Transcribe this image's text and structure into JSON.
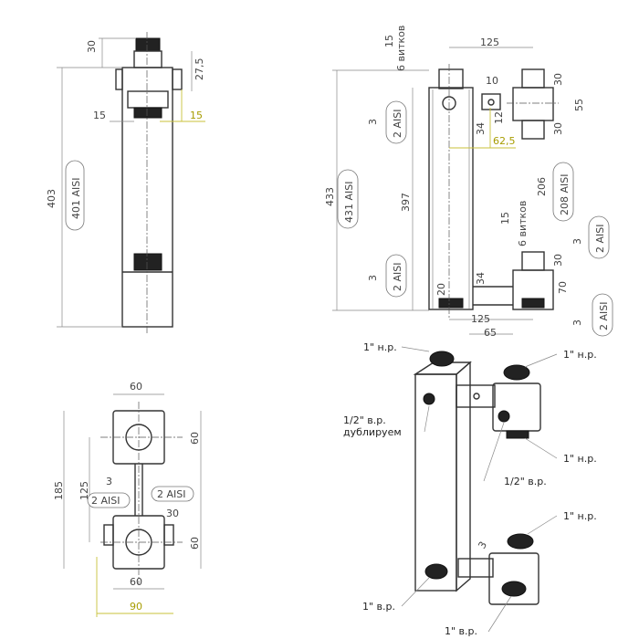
{
  "front_view": {
    "dims": {
      "top_nipple": "30",
      "offset": "27,5",
      "height": "403",
      "side_left": "15",
      "side_right": "15"
    },
    "pill": "401 AISI"
  },
  "top_view": {
    "dims": {
      "width_top": "60",
      "width_bottom": "60",
      "overall_width": "90",
      "overall_height": "185",
      "center_distance": "125",
      "block_top": "60",
      "block_bottom": "60",
      "gap": "3",
      "offset": "30"
    },
    "pills": [
      "2 AISI",
      "2 AISI"
    ]
  },
  "side_view": {
    "dims": {
      "top_125": "125",
      "thread_15_top": "15",
      "coils_top": "6 витков",
      "height_433": "433",
      "inner_397": "397",
      "d10": "10",
      "d12": "12",
      "d34_top": "34",
      "d62_5": "62,5",
      "d30_a": "30",
      "d55": "55",
      "d30_b": "30",
      "d206": "206",
      "thread_15_bot": "15",
      "coils_bot": "6 витков",
      "d3_a": "3",
      "d3_b": "3",
      "d3_c": "3",
      "d3_d": "3",
      "d30_c": "30",
      "d70": "70",
      "d34_bot": "34",
      "d20": "20",
      "bottom_125": "125",
      "d65": "65"
    },
    "pills": {
      "p431": "431 AISI",
      "p2_top": "2 AISI",
      "p2_bot": "2 AISI",
      "p208": "208 AISI",
      "p2_right": "2 AISI",
      "p2_right_bot": "2 AISI"
    }
  },
  "iso_view": {
    "callouts": {
      "c1": "1\" н.р.",
      "c2": "1\" н.р.",
      "c3": "1/2\" в.р.",
      "c3b": "дублируем",
      "c4": "1\" н.р.",
      "c5": "1/2\" в.р.",
      "c6": "1\" н.р.",
      "c7": "1\" в.р.",
      "c8": "1\" в.р."
    },
    "dim_3": "3"
  }
}
